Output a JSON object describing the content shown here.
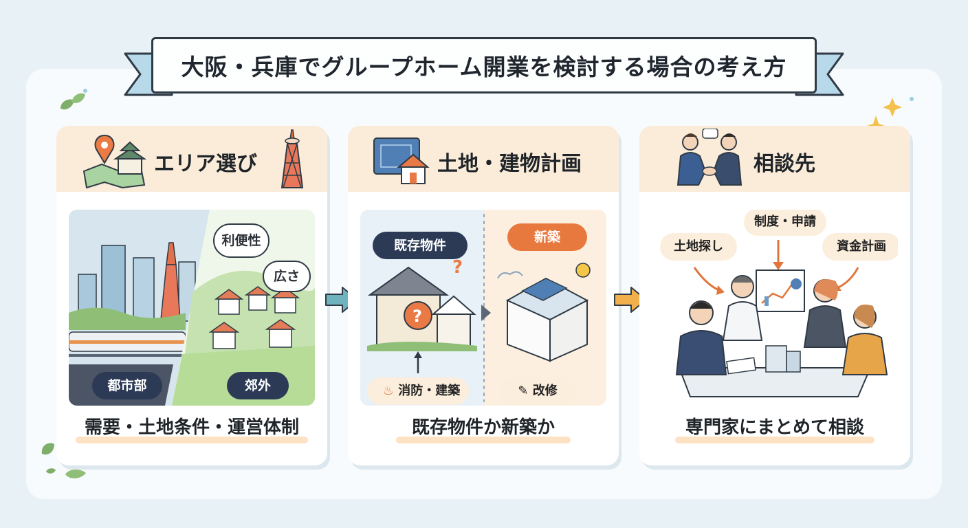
{
  "title": "大阪・兵庫でグループホーム開業を検討する場合の考え方",
  "cards": [
    {
      "title": "エリア選び",
      "bubbles": [
        "利便性",
        "広さ"
      ],
      "zones": [
        "都市部",
        "郊外"
      ],
      "caption": "需要・土地条件・運営体制",
      "icon": "map-pin-castle-icon"
    },
    {
      "title": "土地・建物計画",
      "options": [
        "既存物件",
        "新築"
      ],
      "checks": [
        "消防・建築",
        "改修"
      ],
      "caption": "既存物件か新築か",
      "icon": "blueprint-house-icon"
    },
    {
      "title": "相談先",
      "topics": [
        "制度・申請",
        "土地探し",
        "資金計画"
      ],
      "caption": "専門家にまとめて相談",
      "icon": "handshake-icon"
    }
  ],
  "colors": {
    "background": "#e8f1f6",
    "header": "#fbecd9",
    "navy": "#2c3a55",
    "orange": "#e8793e",
    "green": "#9cc97a",
    "teal_arrow": "#6fb3bf",
    "orange_arrow": "#f1b04b"
  }
}
